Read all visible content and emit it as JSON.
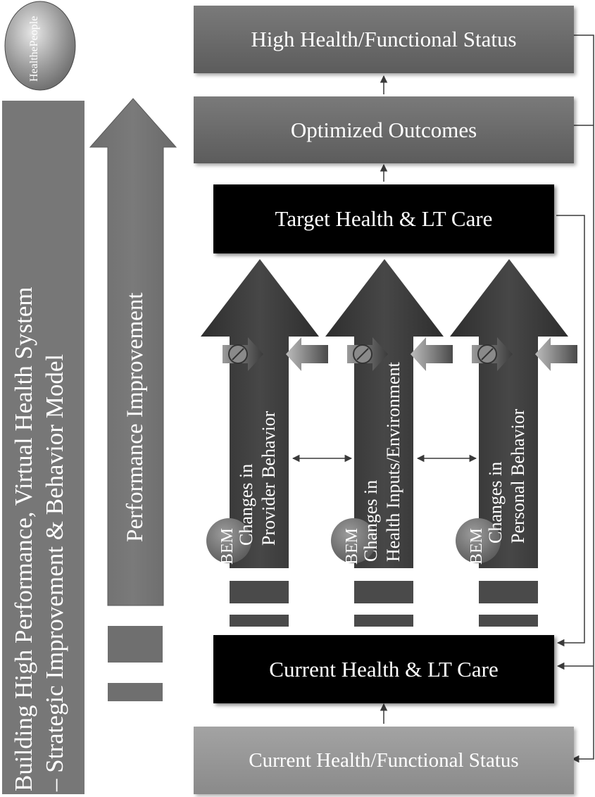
{
  "logo": {
    "text": "HealthePeople"
  },
  "side_title": {
    "line1": "Building High Performance, Virtual Health System",
    "line2": "– Strategic Improvement & Behavior Model"
  },
  "performance_arrow": {
    "label": "Performance Improvement"
  },
  "boxes": {
    "high_status": "High Health/Functional Status",
    "optimized": "Optimized Outcomes",
    "target": "Target Health & LT Care",
    "current_care": "Current Health & LT Care",
    "current_status": "Current Health/Functional Status"
  },
  "columns": [
    {
      "line1": "Changes in",
      "line2": "Provider Behavior",
      "badge": "BEM"
    },
    {
      "line1": "Changes in",
      "line2": "Health Inputs/Environment",
      "badge": "BEM"
    },
    {
      "line1": "Changes in",
      "line2": "Personal Behavior",
      "badge": "BEM"
    }
  ],
  "colors": {
    "dark_box": "#000000",
    "grey_box": "#666666",
    "light_box": "#999999",
    "arrow_dark": "#3f3f3f"
  }
}
